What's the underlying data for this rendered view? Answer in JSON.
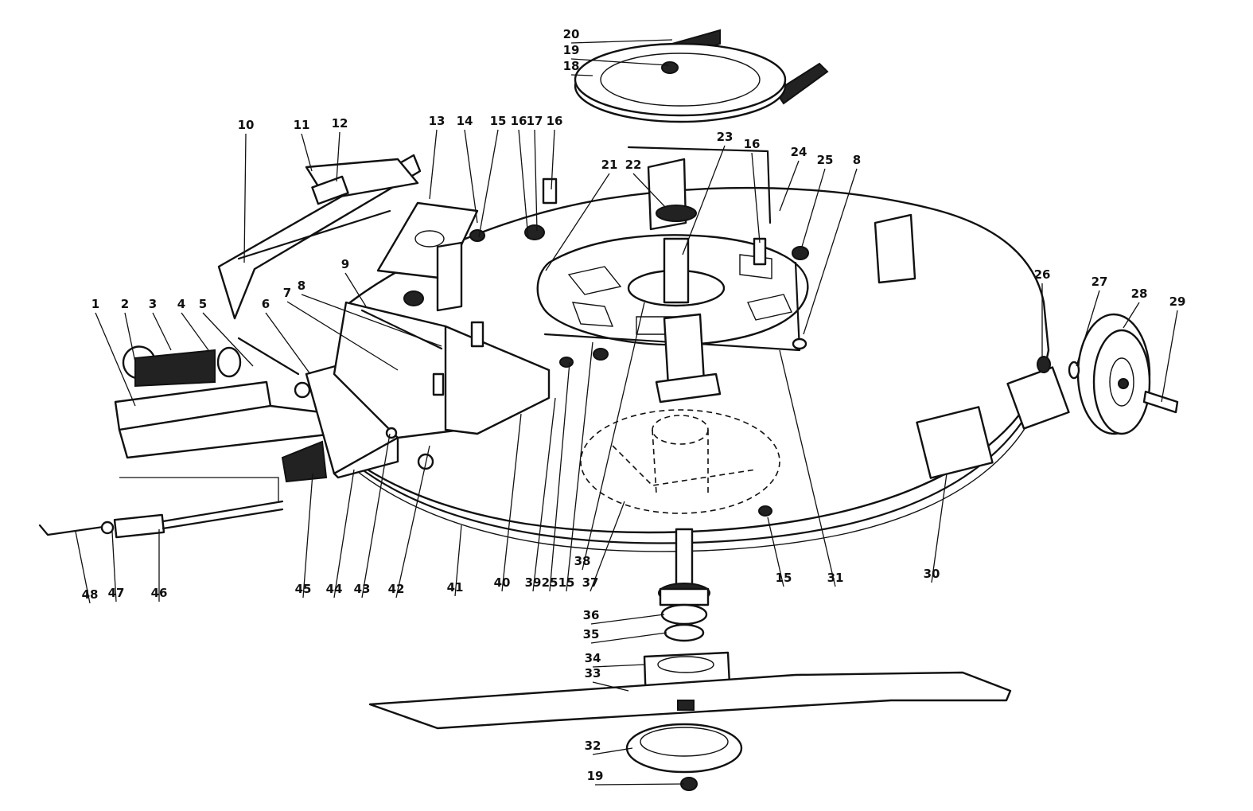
{
  "diagram": {
    "callouts": [
      {
        "label": "1"
      },
      {
        "label": "2"
      },
      {
        "label": "3"
      },
      {
        "label": "4"
      },
      {
        "label": "5"
      },
      {
        "label": "6"
      },
      {
        "label": "7"
      },
      {
        "label": "8"
      },
      {
        "label": "9"
      },
      {
        "label": "10"
      },
      {
        "label": "11"
      },
      {
        "label": "12"
      },
      {
        "label": "13"
      },
      {
        "label": "14"
      },
      {
        "label": "15"
      },
      {
        "label": "16"
      },
      {
        "label": "17"
      },
      {
        "label": "16"
      },
      {
        "label": "20"
      },
      {
        "label": "19"
      },
      {
        "label": "18"
      },
      {
        "label": "21"
      },
      {
        "label": "22"
      },
      {
        "label": "23"
      },
      {
        "label": "16"
      },
      {
        "label": "24"
      },
      {
        "label": "25"
      },
      {
        "label": "8"
      },
      {
        "label": "26"
      },
      {
        "label": "27"
      },
      {
        "label": "28"
      },
      {
        "label": "29"
      },
      {
        "label": "30"
      },
      {
        "label": "31"
      },
      {
        "label": "15"
      },
      {
        "label": "37"
      },
      {
        "label": "38"
      },
      {
        "label": "15"
      },
      {
        "label": "25"
      },
      {
        "label": "39"
      },
      {
        "label": "40"
      },
      {
        "label": "41"
      },
      {
        "label": "42"
      },
      {
        "label": "43"
      },
      {
        "label": "44"
      },
      {
        "label": "45"
      },
      {
        "label": "46"
      },
      {
        "label": "47"
      },
      {
        "label": "48"
      },
      {
        "label": "36"
      },
      {
        "label": "35"
      },
      {
        "label": "34"
      },
      {
        "label": "33"
      },
      {
        "label": "32"
      },
      {
        "label": "19"
      }
    ]
  },
  "colors": {
    "ink": "#111111",
    "paper": "#ffffff"
  }
}
